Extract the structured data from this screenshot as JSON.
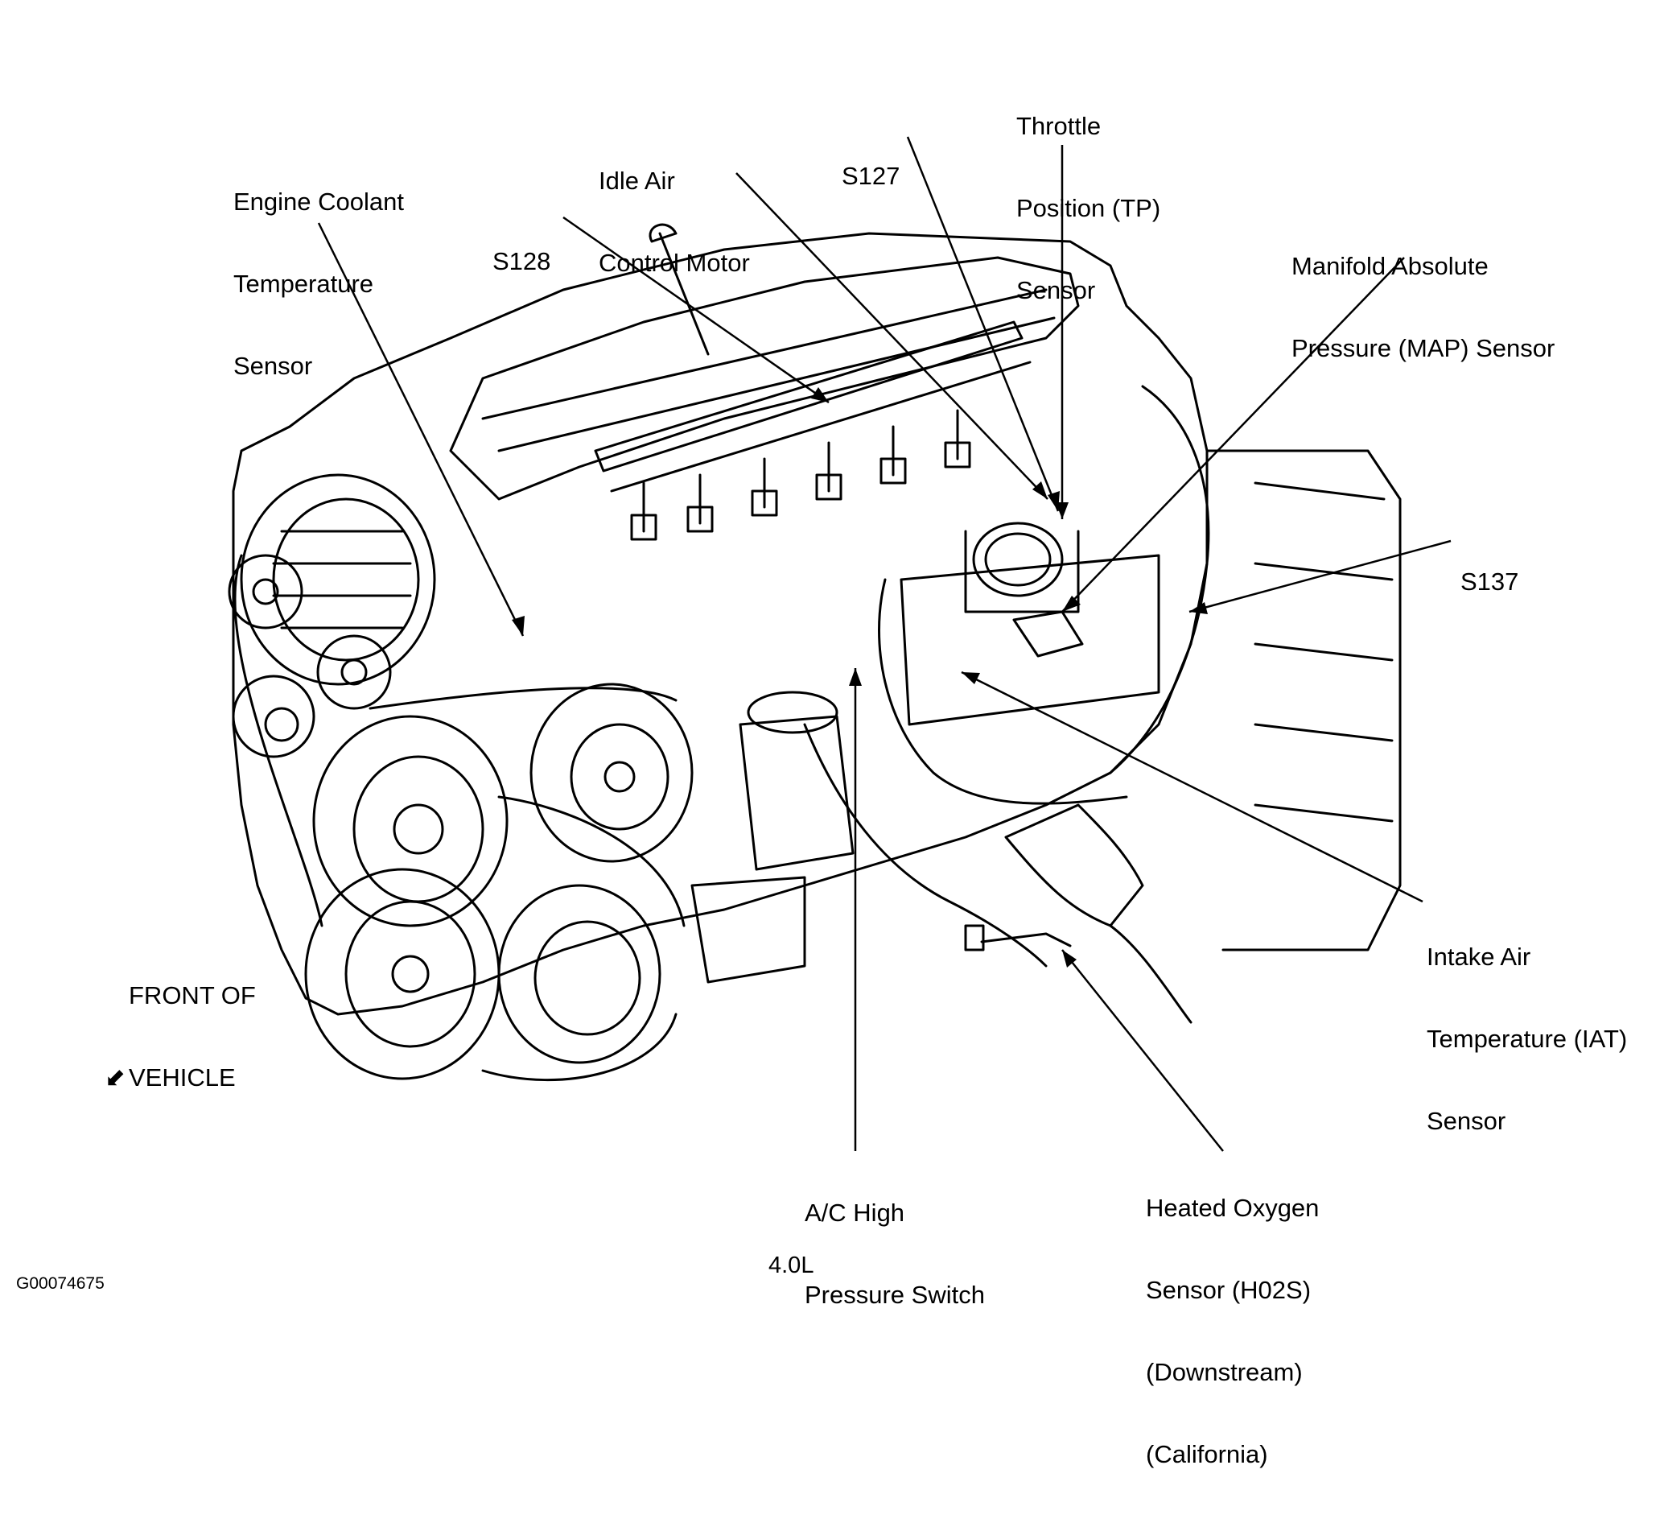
{
  "diagram": {
    "engine_label": "4.0L",
    "figure_id": "G00074675",
    "front_of_vehicle": {
      "line1": "FRONT OF",
      "line2": "VEHICLE",
      "arrow_glyph": "⬋"
    },
    "callouts": {
      "ect": [
        "Engine Coolant",
        "Temperature",
        "Sensor"
      ],
      "s128": [
        "S128"
      ],
      "iac": [
        "Idle Air",
        "Control Motor"
      ],
      "s127": [
        "S127"
      ],
      "tp": [
        "Throttle",
        "Position (TP)",
        "Sensor"
      ],
      "map": [
        "Manifold Absolute",
        "Pressure (MAP) Sensor"
      ],
      "s137": [
        "S137"
      ],
      "iat": [
        "Intake Air",
        "Temperature (IAT)",
        "Sensor"
      ],
      "ho2s": [
        "Heated Oxygen",
        "Sensor (H02S)",
        "(Downstream)",
        "(California)"
      ],
      "ac": [
        "A/C High",
        "Pressure Switch"
      ]
    },
    "icons": {
      "engine": "engine-drawing-icon",
      "front": "front-arrow-icon"
    }
  }
}
